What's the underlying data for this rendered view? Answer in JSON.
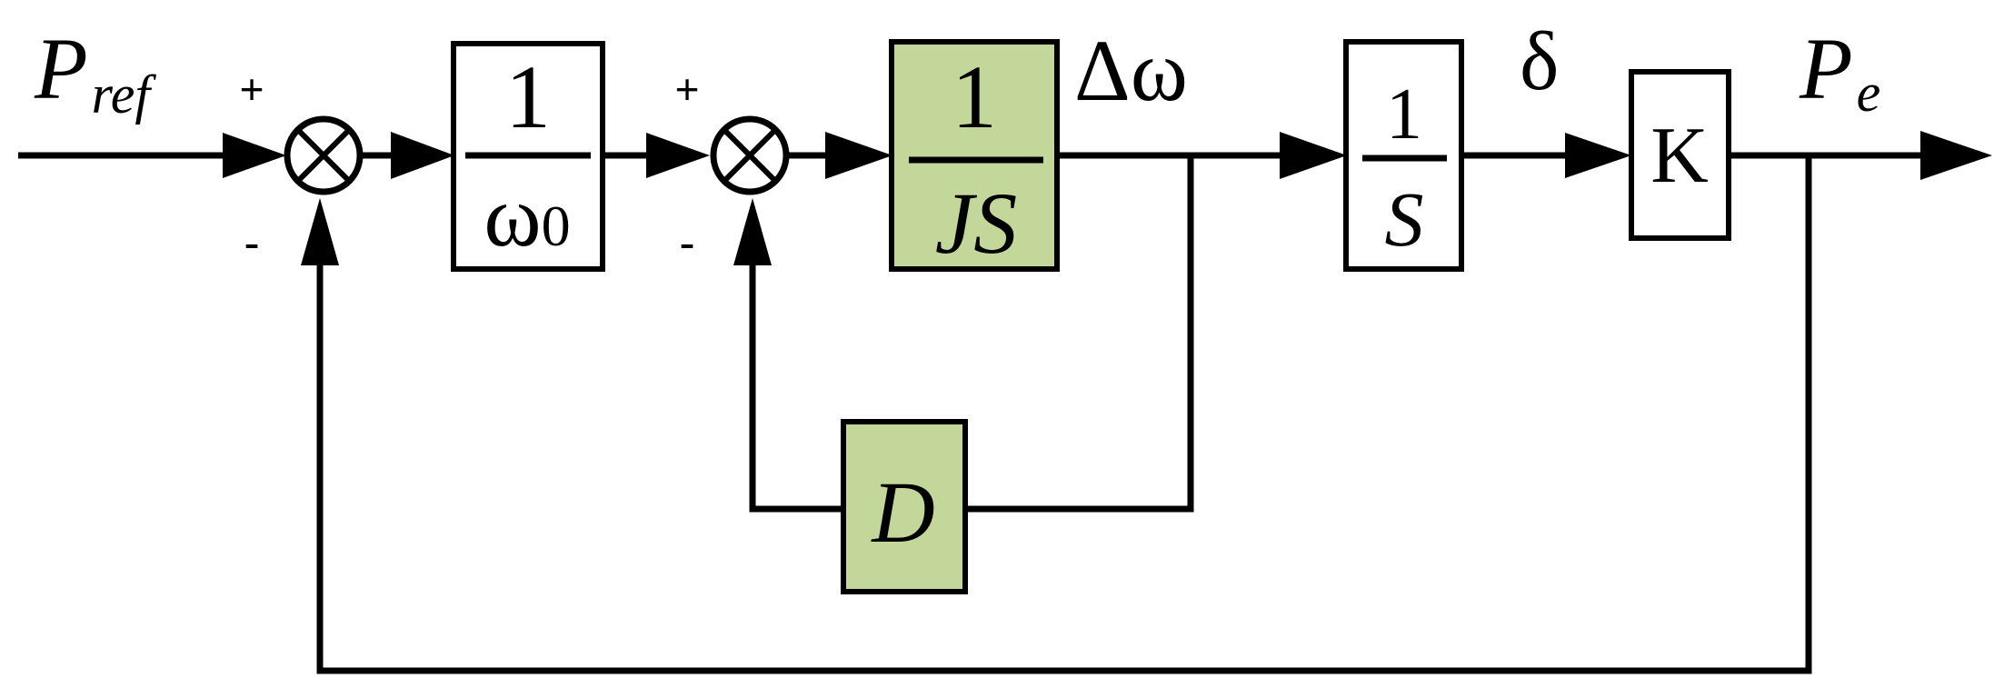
{
  "signals": {
    "input_main": "P",
    "input_sub": "ref",
    "omega_delta": "Δω",
    "delta": "δ",
    "output_main": "P",
    "output_sub": "e"
  },
  "sum1": {
    "plus_sign": "+",
    "minus_sign": "-"
  },
  "sum2": {
    "plus_sign": "+",
    "minus_sign": "-"
  },
  "blocks": {
    "inv_omega0": {
      "numerator": "1",
      "denominator_main": "ω",
      "denominator_sub": "0"
    },
    "inv_js": {
      "numerator": "1",
      "denominator": "JS"
    },
    "inv_s": {
      "numerator": "1",
      "denominator": "S"
    },
    "gain_k": {
      "label": "K"
    },
    "damping_d": {
      "label": "D"
    }
  },
  "colors": {
    "highlight_fill": "#c4d79b",
    "line": "#000000",
    "background": "#ffffff"
  }
}
